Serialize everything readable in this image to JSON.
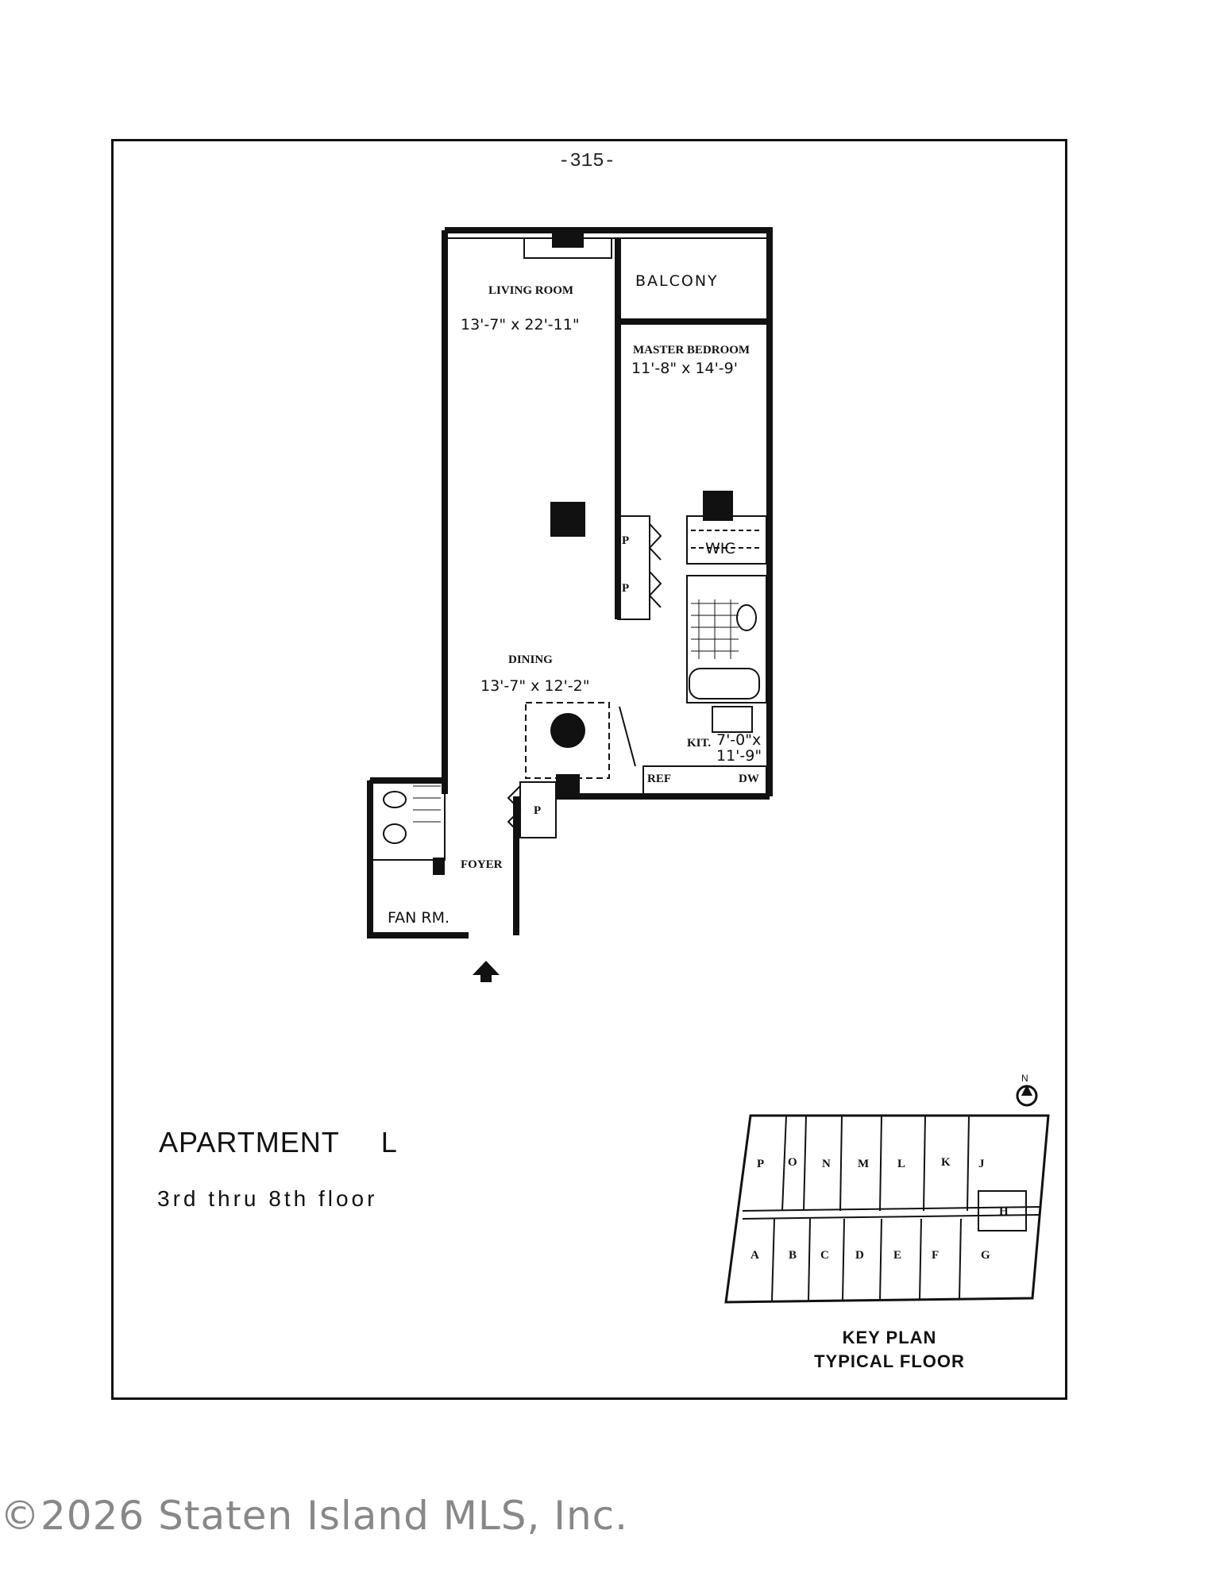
{
  "page_number": "-315-",
  "apartment": {
    "title": "APARTMENT",
    "unit": "L",
    "floors": "3rd thru 8th floor"
  },
  "rooms": {
    "living_room": {
      "name": "LIVING ROOM",
      "dims": "13'-7\" x 22'-11\""
    },
    "balcony": {
      "name": "BALCONY"
    },
    "master_bedroom": {
      "name": "MASTER BEDROOM",
      "dims": "11'-8\" x 14'-9'"
    },
    "wic": {
      "name": "WIC"
    },
    "dining": {
      "name": "DINING",
      "dims": "13'-7\" x 12'-2\""
    },
    "kitchen": {
      "name": "KIT.",
      "dims_a": "7'-0\"x",
      "dims_b": "11'-9\""
    },
    "foyer": {
      "name": "FOYER"
    },
    "fan_room": {
      "name": "FAN RM."
    },
    "closet_mark": "P",
    "appliance_a": "REF",
    "appliance_b": "DW"
  },
  "key_plan": {
    "caption_line1": "KEY PLAN",
    "caption_line2": "TYPICAL FLOOR",
    "north_symbol": "N",
    "top_units": [
      "P",
      "O",
      "N",
      "M",
      "L",
      "K",
      "J"
    ],
    "side_unit": "H",
    "bottom_units": [
      "A",
      "B",
      "C",
      "D",
      "E",
      "F",
      "G"
    ]
  },
  "copyright": "©2026 Staten Island MLS, Inc."
}
